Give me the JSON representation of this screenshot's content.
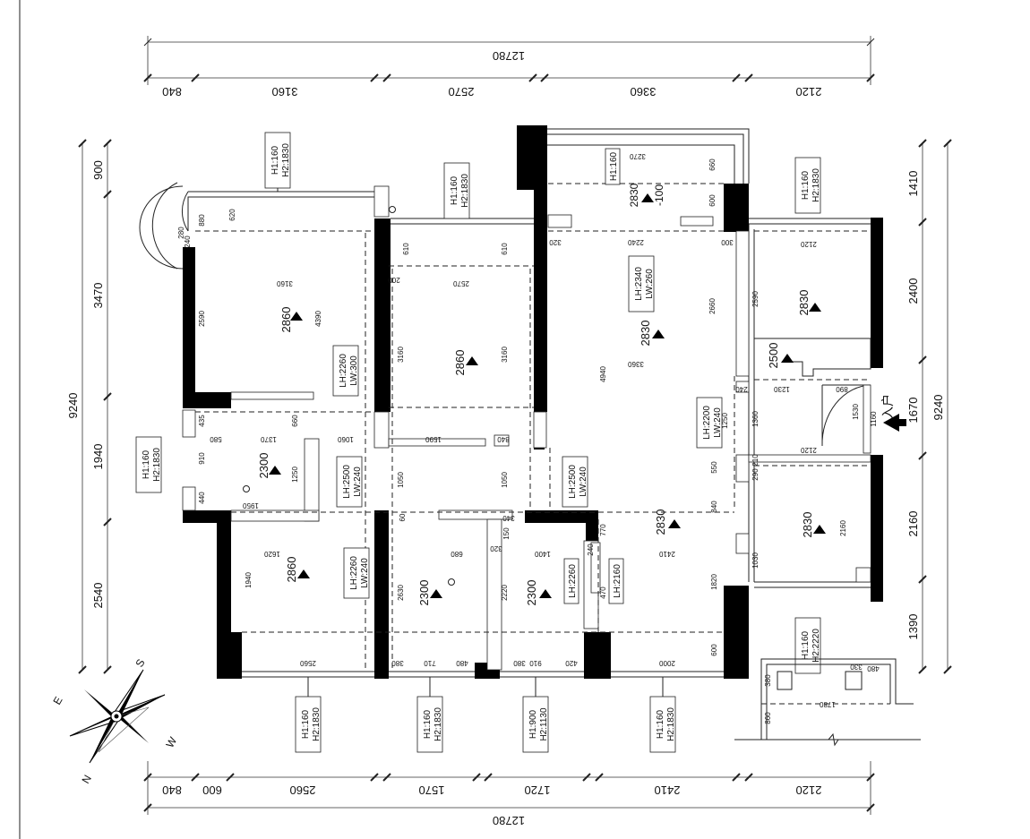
{
  "dimensions": {
    "top_total": "12780",
    "top_segments": [
      "840",
      "3160",
      "2570",
      "3360",
      "2120"
    ],
    "bottom_total": "12780",
    "bottom_segments": [
      "840",
      "600",
      "2560",
      "1570",
      "1720",
      "2410",
      "2120"
    ],
    "left_total": "9240",
    "left_segments": [
      "900",
      "3470",
      "1940",
      "2540"
    ],
    "right_total": "9240",
    "right_segments": [
      "1410",
      "2400",
      "1670",
      "2160",
      "1390"
    ]
  },
  "rooms": {
    "heights": [
      "2860",
      "2860",
      "2830",
      "2830",
      "2500",
      "2300",
      "2860",
      "2300",
      "2300",
      "2830",
      "2830"
    ],
    "drop": "-100"
  },
  "openings": {
    "beams_vertical": [
      [
        "LH:2260",
        "LW:300"
      ],
      [
        "LH:2500",
        "LW:240"
      ],
      [
        "LH:2500",
        "LW:240"
      ],
      [
        "LH:2200",
        "LW:240"
      ],
      [
        "LH:2260",
        "LW:240"
      ],
      [
        "LH:2260"
      ],
      [
        "LH:2160"
      ]
    ],
    "beam_horizontal": [
      "LH:2340",
      "LW:260"
    ],
    "windows": [
      [
        "H1:160",
        "H2:1830"
      ],
      [
        "H1:160",
        "H2:1830"
      ],
      [
        "H1:160"
      ],
      [
        "H1:160",
        "H2:1830"
      ],
      [
        "H1:160",
        "H2:1830"
      ],
      [
        "H1:160",
        "H2:2220"
      ],
      [
        "H1:160",
        "H2:1830"
      ],
      [
        "H1:160",
        "H2:1830"
      ],
      [
        "H1:900",
        "H2:1130"
      ],
      [
        "H1:160",
        "H2:1830"
      ]
    ]
  },
  "inner_dims": [
    "3160",
    "2570",
    "3360",
    "2120",
    "2590",
    "4390",
    "3160",
    "3160",
    "4940",
    "2660",
    "2590",
    "1230",
    "890",
    "1530",
    "1160",
    "1250",
    "1360",
    "840",
    "550",
    "2120",
    "2160",
    "1030",
    "1820",
    "600",
    "2000",
    "2410",
    "1400",
    "2220",
    "680",
    "2630",
    "1620",
    "1940",
    "2560",
    "1950",
    "1370",
    "1060",
    "1590",
    "840",
    "1050",
    "1050",
    "580",
    "910",
    "440",
    "435",
    "660",
    "1250",
    "610",
    "610",
    "200",
    "620",
    "880",
    "280",
    "240",
    "3270",
    "660",
    "600",
    "320",
    "2240",
    "300",
    "240",
    "290",
    "210",
    "710",
    "480",
    "910",
    "420",
    "380",
    "380",
    "480",
    "330",
    "380",
    "1780",
    "860",
    "770",
    "470",
    "240",
    "340",
    "320",
    "150",
    "60"
  ],
  "entry_label": "入户",
  "compass": {
    "marks": [
      "S",
      "E",
      "W",
      "N"
    ]
  }
}
